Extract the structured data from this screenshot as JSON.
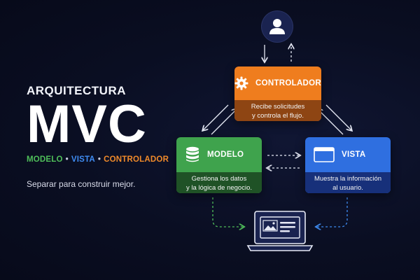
{
  "heading": {
    "eyebrow": "ARQUITECTURA",
    "title": "MVC",
    "tagline": {
      "modelo": "MODELO",
      "vista": "VISTA",
      "controlador": "CONTROLADOR",
      "separator": "•"
    },
    "subtitle": "Separar para construir mejor."
  },
  "controlador": {
    "label": "CONTROLADOR",
    "description_line1": "Recibe solicitudes",
    "description_line2": "y controla el flujo.",
    "color": "#ef7d1e",
    "icon": "gear-icon"
  },
  "modelo": {
    "label": "MODELO",
    "description_line1": "Gestiona los datos",
    "description_line2": "y la lógica de negocio.",
    "color": "#3fa34d",
    "icon": "database-icon"
  },
  "vista": {
    "label": "VISTA",
    "description_line1": "Muestra la información",
    "description_line2": "al usuario.",
    "color": "#2f6fe0",
    "icon": "window-icon"
  },
  "icons": {
    "user": "user-icon",
    "laptop": "laptop-icon"
  }
}
